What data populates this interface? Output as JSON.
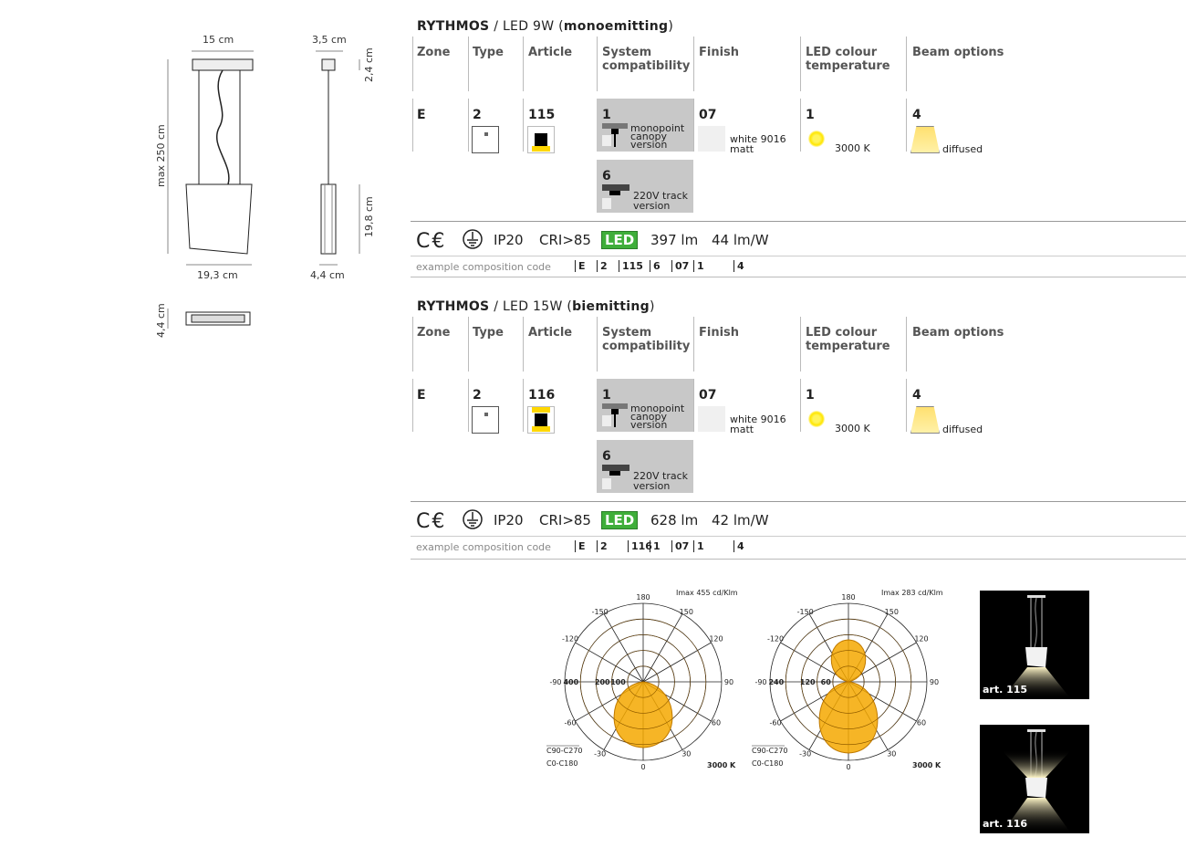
{
  "drawings": {
    "front_width_top": "15 cm",
    "side_width_top": "3,5 cm",
    "side_canopy_height": "2,4 cm",
    "max_height": "max 250 cm",
    "shade_height": "19,8 cm",
    "front_width_bottom": "19,3 cm",
    "side_width_bottom": "4,4 cm",
    "plan_height": "4,4 cm"
  },
  "products": [
    {
      "title_brand": "RYTHMOS",
      "title_variant": " / LED 9W (",
      "title_emission": "monoemitting",
      "title_close": ")",
      "headers": {
        "zone": "Zone",
        "type": "Type",
        "article": "Article",
        "system1": "System",
        "system2": "compatibility",
        "finish": "Finish",
        "led1": "LED colour",
        "led2": "temperature",
        "beam": "Beam options"
      },
      "zone": "E",
      "type": "2",
      "article": "115",
      "sys1_code": "1",
      "sys1_l1": "monopoint",
      "sys1_l2": "canopy",
      "sys1_l3": "version",
      "sys6_code": "6",
      "sys6_l1": "220V track",
      "sys6_l2": "version",
      "finish_code": "07",
      "finish_l1": "white 9016",
      "finish_l2": "matt",
      "led_code": "1",
      "led_temp": "3000 K",
      "beam_code": "4",
      "beam_label": "diffused",
      "ip": "IP20",
      "cri": "CRI>85",
      "led_badge": "LED",
      "lumen": "397 lm",
      "efficacy": "44 lm/W",
      "comp_label": "example composition code",
      "comp_codes": [
        "E",
        "2",
        "115",
        "6",
        "07",
        "1",
        "4"
      ]
    },
    {
      "title_brand": "RYTHMOS",
      "title_variant": " / LED 15W (",
      "title_emission": "biemitting",
      "title_close": ")",
      "headers": {
        "zone": "Zone",
        "type": "Type",
        "article": "Article",
        "system1": "System",
        "system2": "compatibility",
        "finish": "Finish",
        "led1": "LED colour",
        "led2": "temperature",
        "beam": "Beam options"
      },
      "zone": "E",
      "type": "2",
      "article": "116",
      "sys1_code": "1",
      "sys1_l1": "monopoint",
      "sys1_l2": "canopy",
      "sys1_l3": "version",
      "sys6_code": "6",
      "sys6_l1": "220V track",
      "sys6_l2": "version",
      "finish_code": "07",
      "finish_l1": "white 9016",
      "finish_l2": "matt",
      "led_code": "1",
      "led_temp": "3000 K",
      "beam_code": "4",
      "beam_label": "diffused",
      "ip": "IP20",
      "cri": "CRI>85",
      "led_badge": "LED",
      "lumen": "628 lm",
      "efficacy": "42 lm/W",
      "comp_label": "example composition code",
      "comp_codes": [
        "E",
        "2",
        "116",
        "1",
        "07",
        "1",
        "4"
      ]
    }
  ],
  "polar": [
    {
      "imax": "Imax 455 cd/Klm",
      "angles": [
        "180",
        "-150",
        "150",
        "-120",
        "120",
        "-90",
        "90",
        "-60",
        "60",
        "-30",
        "30",
        "0"
      ],
      "radial": [
        "400",
        "200",
        "100"
      ],
      "legend1": "C90-C270",
      "legend2": "C0-C180",
      "temp": "3000 K"
    },
    {
      "imax": "Imax 283 cd/Klm",
      "angles": [
        "180",
        "-150",
        "150",
        "-120",
        "120",
        "-90",
        "90",
        "-60",
        "60",
        "-30",
        "30",
        "0"
      ],
      "radial": [
        "240",
        "120",
        "60"
      ],
      "legend1": "C90-C270",
      "legend2": "C0-C180",
      "temp": "3000 K"
    }
  ],
  "photos": [
    {
      "label": "art. 115"
    },
    {
      "label": "art. 116"
    }
  ],
  "colors": {
    "accent_yellow": "#f5a800",
    "led_green": "#3fae3a",
    "gray_cell": "#c8c8c8"
  }
}
